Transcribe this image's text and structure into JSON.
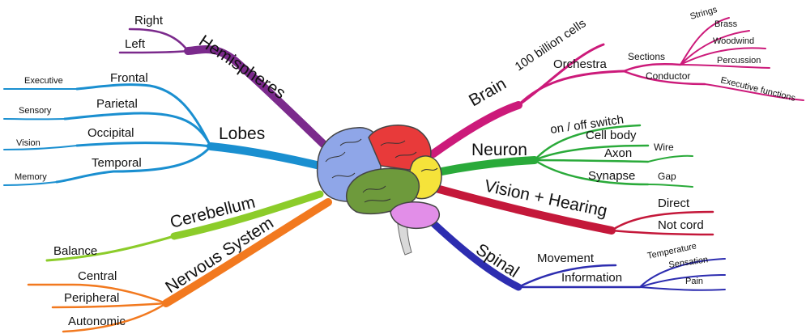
{
  "colors": {
    "hemispheres": "#7b2a8c",
    "lobes": "#1a8fd0",
    "cerebellum": "#8ccc2a",
    "nervous_system": "#f2791f",
    "brain": "#cc1a7a",
    "neuron": "#2aaa3a",
    "vision_hearing": "#c4183a",
    "spinal": "#2d2db0"
  },
  "left": {
    "hemispheres": {
      "label": "Hemispheres",
      "right": "Right",
      "left": "Left"
    },
    "lobes": {
      "label": "Lobes",
      "frontal": "Frontal",
      "executive": "Executive",
      "parietal": "Parietal",
      "sensory": "Sensory",
      "occipital": "Occipital",
      "vision": "Vision",
      "temporal": "Temporal",
      "memory": "Memory"
    },
    "cerebellum": {
      "label": "Cerebellum",
      "balance": "Balance"
    },
    "nervous_system": {
      "label": "Nervous System",
      "central": "Central",
      "peripheral": "Peripheral",
      "autonomic": "Autonomic"
    }
  },
  "right": {
    "brain": {
      "label": "Brain",
      "cells": "100 billion cells",
      "orchestra": "Orchestra",
      "sections": "Sections",
      "strings": "Strings",
      "brass": "Brass",
      "woodwind": "Woodwind",
      "percussion": "Percussion",
      "conductor": "Conductor",
      "executive_functions": "Executive functions"
    },
    "neuron": {
      "label": "Neuron",
      "switch": "on / off switch",
      "cell_body": "Cell body",
      "axon": "Axon",
      "wire": "Wire",
      "synapse": "Synapse",
      "gap": "Gap"
    },
    "vision_hearing": {
      "label": "Vision + Hearing",
      "direct": "Direct",
      "not_cord": "Not cord"
    },
    "spinal": {
      "label": "Spinal",
      "movement": "Movement",
      "information": "Information",
      "temperature": "Temperature",
      "sensation": "Sensation",
      "pain": "Pain"
    }
  }
}
